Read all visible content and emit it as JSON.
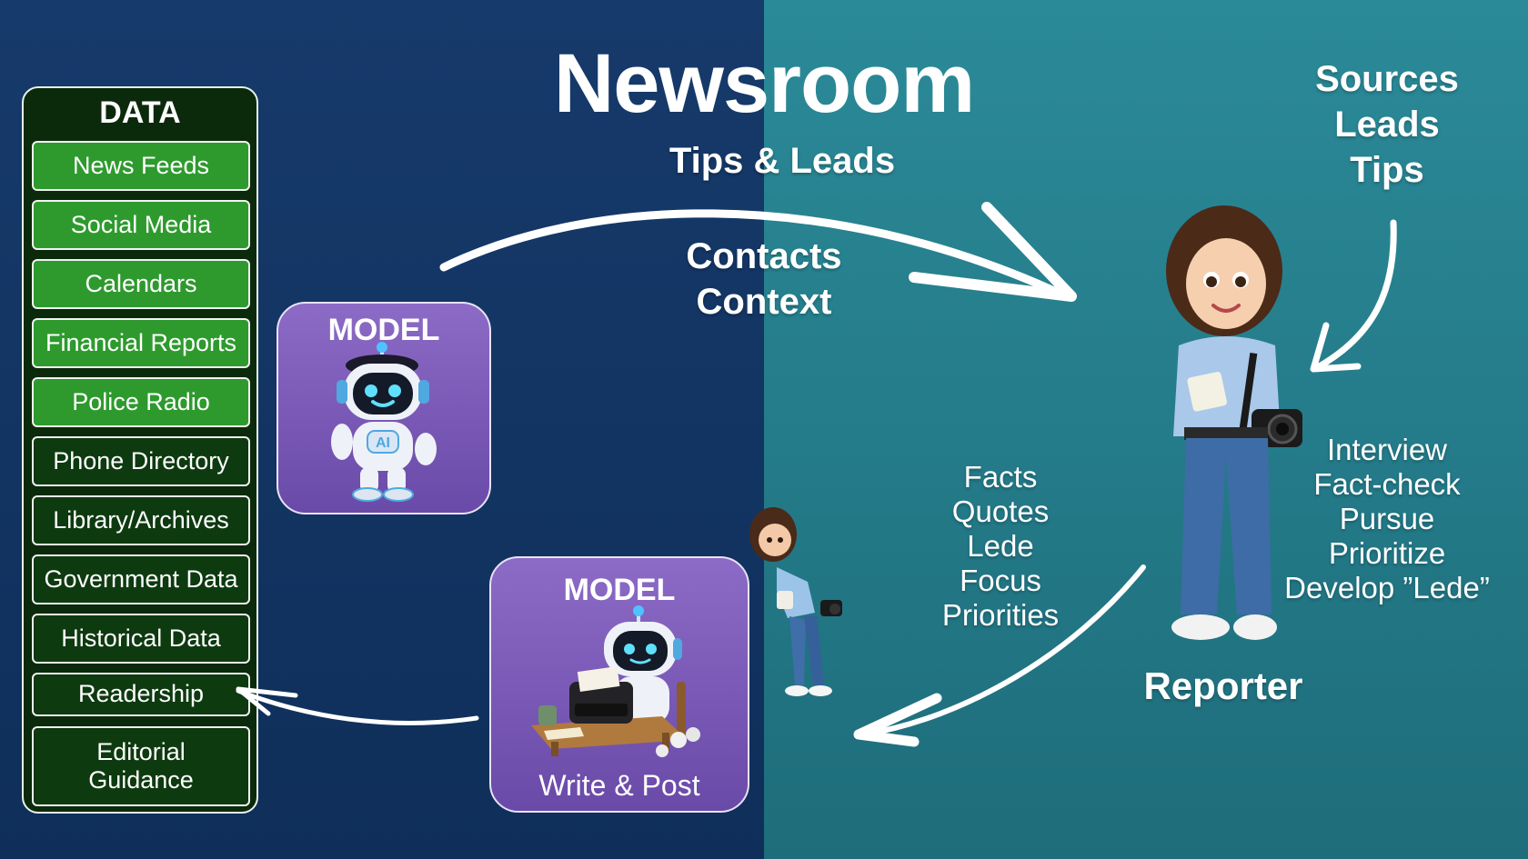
{
  "title": "Newsroom",
  "arrow_labels": {
    "top": "Tips & Leads",
    "middle": [
      "Contacts",
      "Context"
    ],
    "sources": [
      "Sources",
      "Leads",
      "Tips"
    ],
    "facts": [
      "Facts",
      "Quotes",
      "Lede",
      "Focus",
      "Priorities"
    ],
    "reporter_tasks": [
      "Interview",
      "Fact-check",
      "Pursue",
      "Prioritize",
      "Develop ”Lede”"
    ]
  },
  "data_panel": {
    "title": "DATA",
    "items": [
      "News Feeds",
      "Social Media",
      "Calendars",
      "Financial Reports",
      "Police Radio",
      "Phone Directory",
      "Library/Archives",
      "Government Data",
      "Historical Data",
      "Readership",
      [
        "Editorial",
        "Guidance"
      ]
    ]
  },
  "model_top": {
    "label": "MODEL",
    "icon": "robot-icon"
  },
  "model_bottom": {
    "label": "MODEL",
    "caption": "Write & Post",
    "icon": "robot-typewriter-icon"
  },
  "reporter": {
    "label": "Reporter",
    "icon": "reporter-figure-icon"
  },
  "colors": {
    "left_bg": "#163a6b",
    "right_bg": "#2b8a98",
    "data_green": "#2e9a2e",
    "data_dark": "#0e3a10",
    "model_purple": "#7b5bb8"
  }
}
